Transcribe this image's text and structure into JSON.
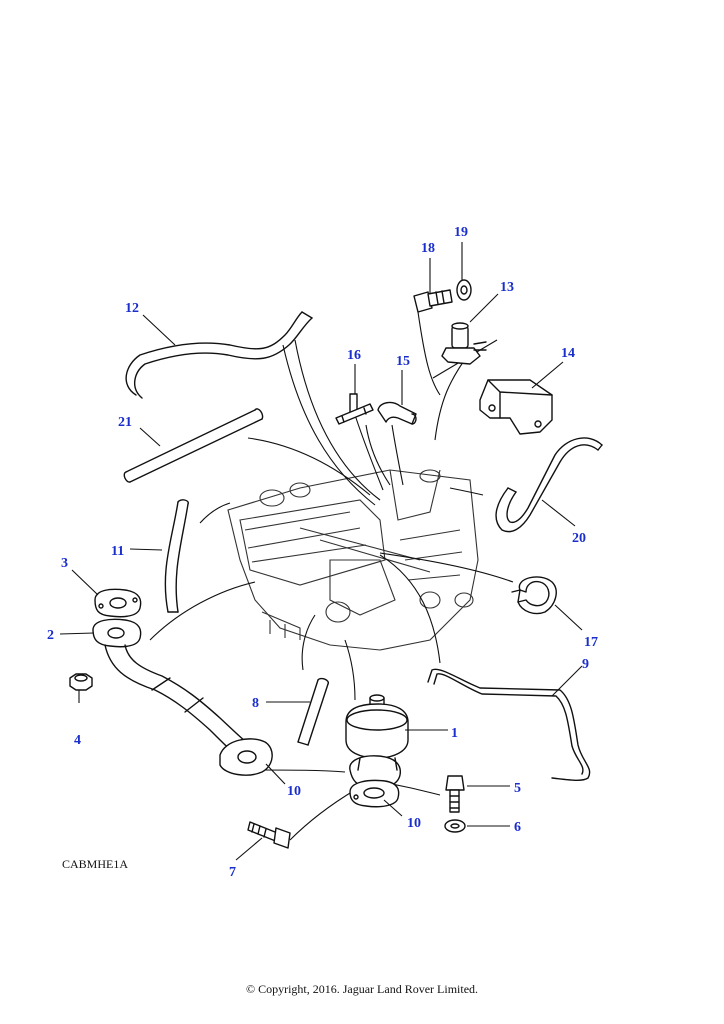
{
  "diagram": {
    "reference_code": "CABMHE1A",
    "copyright": "© Copyright, 2016. Jaguar Land Rover Limited.",
    "callout_color": "#1a2ecc",
    "callouts": [
      {
        "key": "c1",
        "label": "1"
      },
      {
        "key": "c2",
        "label": "2"
      },
      {
        "key": "c3",
        "label": "3"
      },
      {
        "key": "c4",
        "label": "4"
      },
      {
        "key": "c5",
        "label": "5"
      },
      {
        "key": "c6",
        "label": "6"
      },
      {
        "key": "c7",
        "label": "7"
      },
      {
        "key": "c8",
        "label": "8"
      },
      {
        "key": "c9",
        "label": "9"
      },
      {
        "key": "c10a",
        "label": "10"
      },
      {
        "key": "c10b",
        "label": "10"
      },
      {
        "key": "c11",
        "label": "11"
      },
      {
        "key": "c12",
        "label": "12"
      },
      {
        "key": "c13",
        "label": "13"
      },
      {
        "key": "c14",
        "label": "14"
      },
      {
        "key": "c15",
        "label": "15"
      },
      {
        "key": "c16",
        "label": "16"
      },
      {
        "key": "c17",
        "label": "17"
      },
      {
        "key": "c18",
        "label": "18"
      },
      {
        "key": "c19",
        "label": "19"
      },
      {
        "key": "c20",
        "label": "20"
      },
      {
        "key": "c21",
        "label": "21"
      }
    ]
  }
}
